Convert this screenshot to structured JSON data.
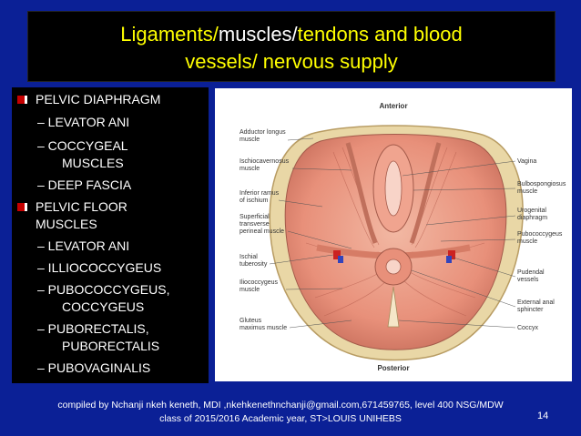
{
  "title": {
    "part1": "Ligaments/",
    "part2": "muscles/",
    "part3": "tendons and blood",
    "line2": "vessels/ nervous supply"
  },
  "bullets": [
    {
      "label": "PELVIC DIAPHRAGM"
    },
    {
      "label": "– LEVATOR ANI"
    },
    {
      "label": "– COCCYGEAL"
    },
    {
      "label": "MUSCLES"
    },
    {
      "label": "– DEEP FASCIA"
    },
    {
      "label": "PELVIC FLOOR"
    },
    {
      "label": "MUSCLES"
    },
    {
      "label": "– LEVATOR ANI"
    },
    {
      "label": "– ILLIOCOCCYGEUS"
    },
    {
      "label": "– PUBOCOCCYGEUS,"
    },
    {
      "label": "COCCYGEUS"
    },
    {
      "label": "– PUBORECTALIS,"
    },
    {
      "label": "PUBORECTALIS"
    },
    {
      "label": "– PUBOVAGINALIS"
    }
  ],
  "figure": {
    "anterior": "Anterior",
    "posterior": "Posterior",
    "left_labels": [
      "Adductor longus",
      "muscle",
      "Ischiocavernosus",
      "muscle",
      "Inferior ramus",
      "of ischium",
      "Superficial",
      "transverse",
      "perineal muscle",
      "Ischial",
      "tuberosity",
      "Iliococcygeus",
      "muscle",
      "Gluteus",
      "maximus muscle"
    ],
    "right_labels": [
      "Vagina",
      "Bulbospongiosus",
      "muscle",
      "Urogenital",
      "diaphragm",
      "Pubococcygeus",
      "muscle",
      "Pudendal",
      "vessels",
      "External anal",
      "sphincter",
      "Coccyx"
    ]
  },
  "footer": {
    "line1": "compiled by Nchanji nkeh keneth, MDI ,nkehkenethnchanji@gmail.com,671459765, level 400 NSG/MDW",
    "line2": "class of 2015/2016 Academic year, ST>LOUIS UNIHEBS"
  },
  "page_number": "14",
  "colors": {
    "background": "#0b2096",
    "title_yellow": "#ffff00",
    "muscle": "#e8907a"
  }
}
